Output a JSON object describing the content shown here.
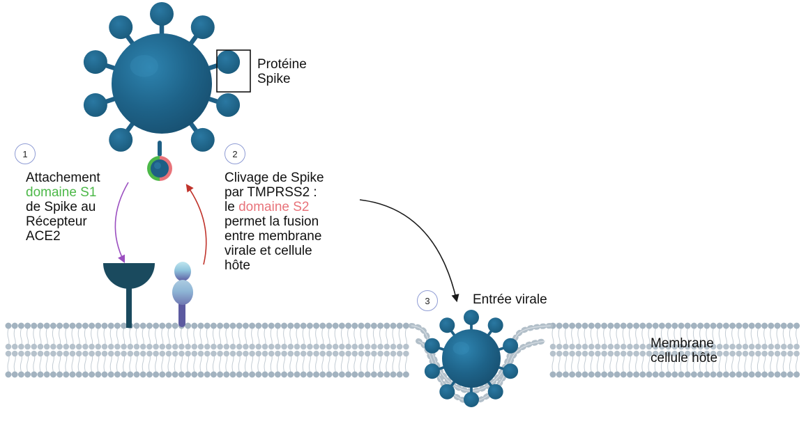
{
  "labels": {
    "spike_protein": [
      "Protéine",
      "Spike"
    ],
    "step1": {
      "number": "1",
      "line1": "Attachement",
      "line2": "domaine S1",
      "line3": "de Spike au",
      "line4": "Récepteur",
      "line5": "ACE2"
    },
    "step2": {
      "number": "2",
      "line1": "Clivage de Spike",
      "line2": "par TMPRSS2 :",
      "line3_prefix": "le ",
      "line3_highlight": "domaine S2",
      "line4": "permet la fusion",
      "line5": "entre membrane",
      "line6": "virale et cellule",
      "line7": "hôte"
    },
    "step3": {
      "number": "3",
      "text": "Entrée virale"
    },
    "membrane": [
      "Membrane",
      "cellule hôte"
    ]
  },
  "colors": {
    "virus": "#1e5f85",
    "virus_highlight": "#2c7aa4",
    "s1_domain": "#4cb848",
    "s2_domain": "#e8737a",
    "receptor_ace2": "#1a4a5e",
    "tmprss2_top": "#a9d8e6",
    "tmprss2_bottom": "#6a68a8",
    "arrow_s1": "#9b4fc0",
    "arrow_s2": "#c0332b",
    "arrow_entry": "#1a1a1a",
    "membrane_head": "#a3b3c0",
    "step_circle_border": "#8e9bd4"
  }
}
